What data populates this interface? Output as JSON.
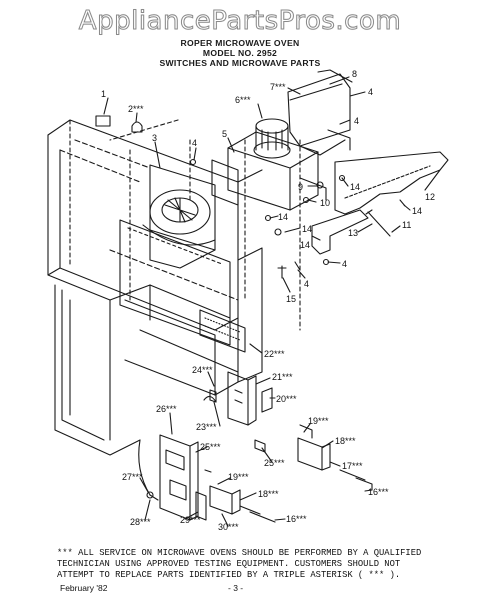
{
  "watermark": "AppliancePartsPros.com",
  "header": {
    "line1": "ROPER MICROWAVE OVEN",
    "line2": "MODEL NO. 2952",
    "line3": "SWITCHES AND MICROWAVE PARTS"
  },
  "callouts": [
    "1",
    "2***",
    "3",
    "4",
    "5",
    "6***",
    "7***",
    "8",
    "4",
    "4",
    "9",
    "10",
    "11",
    "12",
    "13",
    "14",
    "14",
    "14",
    "14",
    "14",
    "4",
    "4",
    "15",
    "22***",
    "24***",
    "21***",
    "23***",
    "20***",
    "19***",
    "18***",
    "26***",
    "25***",
    "25***",
    "17***",
    "27***",
    "19***",
    "18***",
    "16***",
    "28***",
    "29***",
    "30***",
    "16***"
  ],
  "note": "*** ALL SERVICE ON MICROWAVE OVENS SHOULD BE PERFORMED BY A QUALIFIED\nTECHNICIAN USING APPROVED TESTING EQUIPMENT. CUSTOMERS SHOULD NOT\nATTEMPT TO REPLACE PARTS IDENTIFIED BY A TRIPLE ASTERISK ( *** ).",
  "footer": {
    "date": "February '82",
    "page": "- 3 -"
  }
}
